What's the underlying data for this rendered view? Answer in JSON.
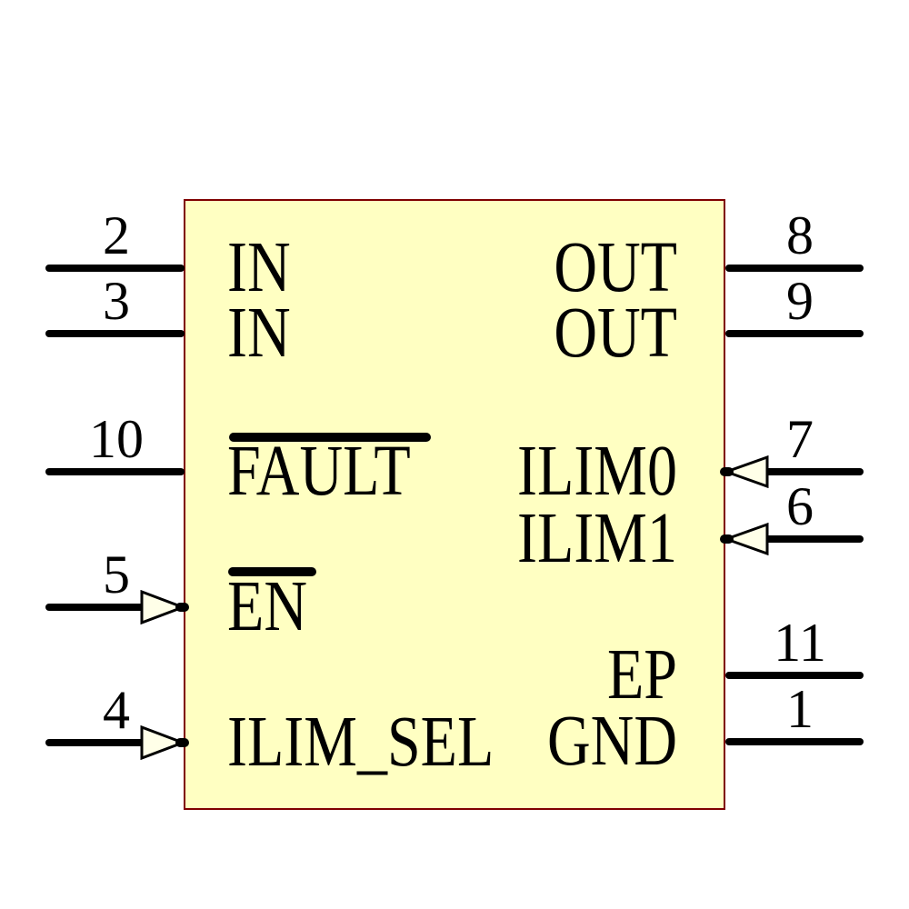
{
  "symbol": {
    "fill_color": "#FFFFC2",
    "border_color": "#7F0000",
    "wire_color": "#000000",
    "arrow_fill_color": "#FFFFE8"
  },
  "pins": {
    "left": [
      {
        "number": "2",
        "label": "IN",
        "overline": false,
        "input_arrow": false
      },
      {
        "number": "3",
        "label": "IN",
        "overline": false,
        "input_arrow": false
      },
      {
        "number": "10",
        "label": "FAULT",
        "overline": true,
        "input_arrow": false
      },
      {
        "number": "5",
        "label": "EN",
        "overline": true,
        "input_arrow": true
      },
      {
        "number": "4",
        "label": "ILIM_SEL",
        "overline": false,
        "input_arrow": true
      }
    ],
    "right": [
      {
        "number": "8",
        "label": "OUT",
        "overline": false,
        "input_arrow": false
      },
      {
        "number": "9",
        "label": "OUT",
        "overline": false,
        "input_arrow": false
      },
      {
        "number": "7",
        "label": "ILIM0",
        "overline": false,
        "input_arrow": true
      },
      {
        "number": "6",
        "label": "ILIM1",
        "overline": false,
        "input_arrow": true
      },
      {
        "number": "11",
        "label": "EP",
        "overline": false,
        "input_arrow": false
      },
      {
        "number": "1",
        "label": "GND",
        "overline": false,
        "input_arrow": false
      }
    ]
  }
}
